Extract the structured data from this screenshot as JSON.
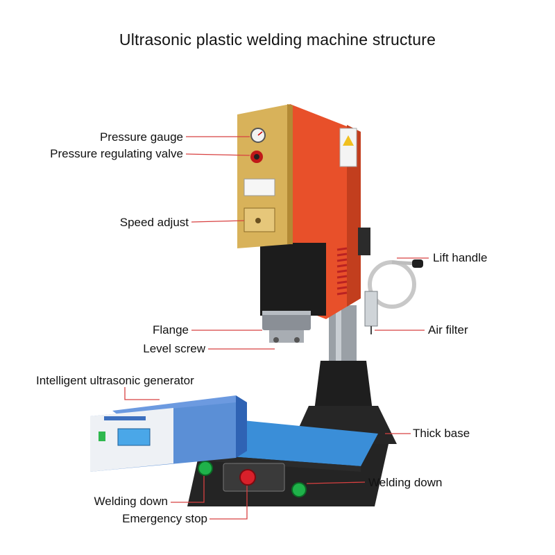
{
  "title": "Ultrasonic plastic welding machine structure",
  "labels": {
    "pressure_gauge": "Pressure gauge",
    "pressure_regulating_valve": "Pressure regulating valve",
    "speed_adjust": "Speed adjust",
    "lift_handle": "Lift handle",
    "flange": "Flange",
    "air_filter": "Air filter",
    "level_screw": "Level screw",
    "generator": "Intelligent ultrasonic generator",
    "thick_base": "Thick base",
    "welding_down_right": "Welding down",
    "welding_down_left": "Welding down",
    "emergency_stop": "Emergency stop"
  },
  "colors": {
    "head_orange": "#e8502a",
    "panel_gold": "#d8b25a",
    "base_dark": "#2a2a2a",
    "table_blue": "#3a8ed8",
    "button_green": "#1fb24a",
    "button_red": "#d8202a",
    "generator_blue": "#5b8fd6",
    "leader_line": "#d84040"
  },
  "icons": [
    "pressure-gauge-icon",
    "valve-knob-icon",
    "lift-handle-icon",
    "emergency-stop-icon",
    "green-button-icon"
  ]
}
